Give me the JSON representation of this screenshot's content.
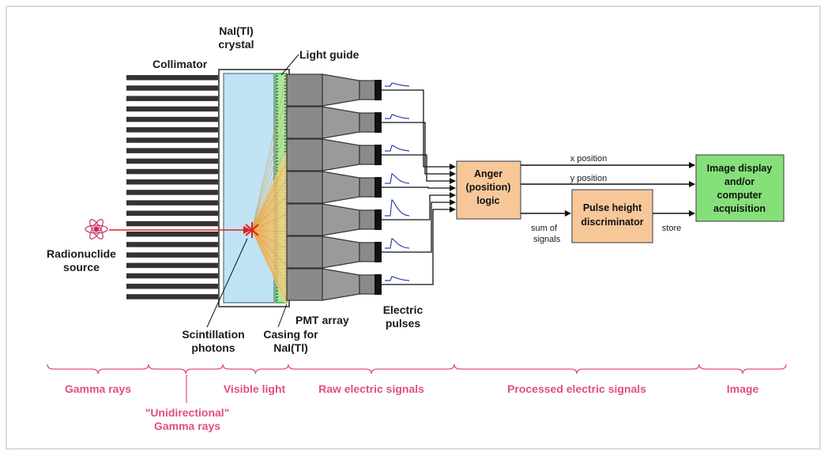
{
  "labels": {
    "collimator": "Collimator",
    "crystal_l1": "NaI(Tl)",
    "crystal_l2": "crystal",
    "light_guide": "Light guide",
    "source_l1": "Radionuclide",
    "source_l2": "source",
    "pmt_array": "PMT array",
    "pulses_l1": "Electric",
    "pulses_l2": "pulses",
    "scint_l1": "Scintillation",
    "scint_l2": "photons",
    "casing_l1": "Casing for",
    "casing_l2": "NaI(Tl)"
  },
  "anger": {
    "l1": "Anger",
    "l2": "(position)",
    "l3": "logic"
  },
  "phd": {
    "l1": "Pulse height",
    "l2": "discriminator"
  },
  "display": {
    "l1": "Image display",
    "l2": "and/or",
    "l3": "computer",
    "l4": "acquisition"
  },
  "signals": {
    "x_position": "x position",
    "y_position": "y position",
    "sum_l1": "sum of",
    "sum_l2": "signals",
    "store": "store"
  },
  "categories": {
    "gamma": "Gamma rays",
    "uni_l1": "\"Unidirectional\"",
    "uni_l2": "Gamma rays",
    "visible": "Visible light",
    "raw": "Raw electric signals",
    "processed": "Processed electric signals",
    "image": "Image"
  },
  "colors": {
    "crystal": "#bfe3f5",
    "box": "#f7c79a",
    "display": "#86e07a",
    "category": "#e0507a",
    "ray": "#e02020",
    "pmt": "#8a8a8a"
  }
}
